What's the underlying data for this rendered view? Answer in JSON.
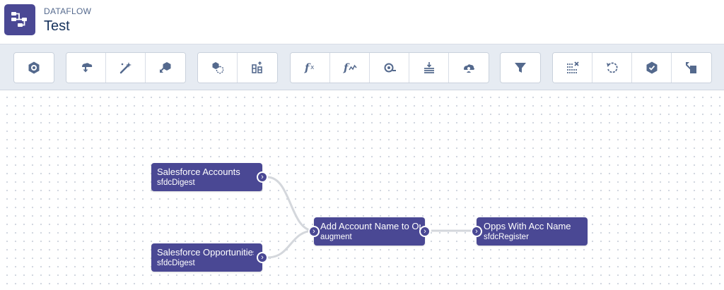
{
  "header": {
    "eyebrow": "DATAFLOW",
    "title": "Test",
    "icon": "dataflow-icon"
  },
  "toolbar": {
    "groups": [
      [
        {
          "icon": "hexagon-gear-icon"
        }
      ],
      [
        {
          "icon": "download-cloud-icon"
        },
        {
          "icon": "wand-icon"
        },
        {
          "icon": "arrow-hexagon-icon"
        }
      ],
      [
        {
          "icon": "hexagon-dashed-icon"
        },
        {
          "icon": "columns-arrows-icon"
        }
      ],
      [
        {
          "icon": "formula-icon"
        },
        {
          "icon": "formula-wave-icon"
        },
        {
          "icon": "tag-icon"
        },
        {
          "icon": "stack-download-icon"
        },
        {
          "icon": "cloud-user-icon"
        }
      ],
      [
        {
          "icon": "filter-icon"
        }
      ],
      [
        {
          "icon": "columns-delete-icon"
        },
        {
          "icon": "undo-circle-icon"
        },
        {
          "icon": "shield-check-icon"
        },
        {
          "icon": "upload-page-icon"
        }
      ]
    ]
  },
  "nodes": [
    {
      "id": "n1",
      "name": "Salesforce Accounts",
      "type": "sfdcDigest"
    },
    {
      "id": "n2",
      "name": "Salesforce Opportunities",
      "type": "sfdcDigest"
    },
    {
      "id": "n3",
      "name": "Add Account Name to Op",
      "type": "augment"
    },
    {
      "id": "n4",
      "name": "Opps With Acc Name",
      "type": "sfdcRegister"
    }
  ],
  "colors": {
    "node": "#4a4894",
    "toolbar_icon": "#54698d",
    "title": "#16325c",
    "edge": "#d4d7dc"
  }
}
